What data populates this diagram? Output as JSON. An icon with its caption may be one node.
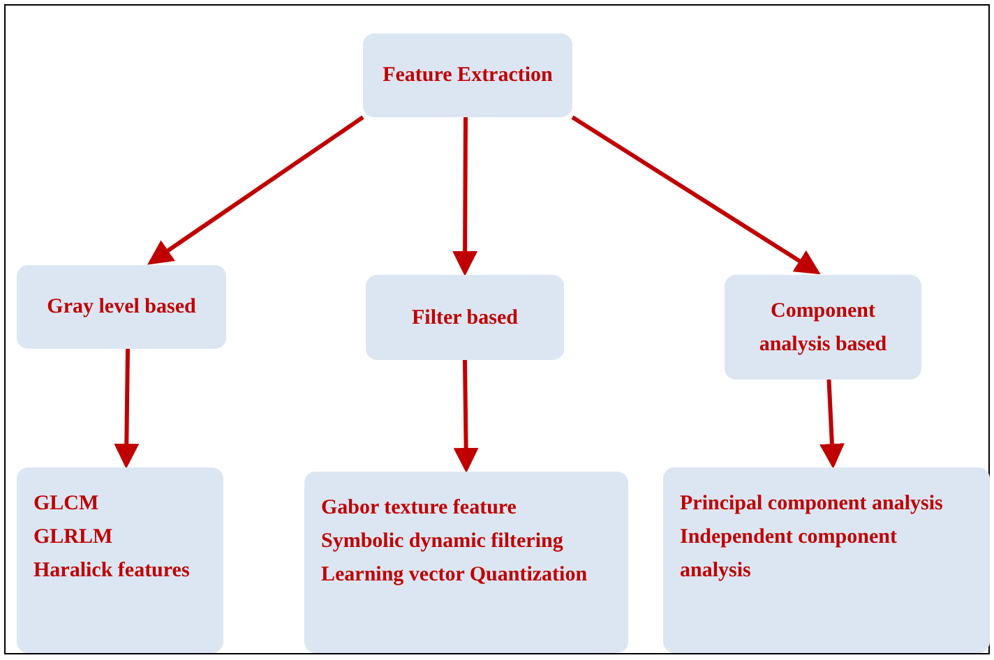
{
  "diagram": {
    "nodes": [
      {
        "text": [
          "Feature Extraction"
        ]
      },
      {
        "text": [
          "Gray level based"
        ]
      },
      {
        "text": [
          "Filter based"
        ]
      },
      {
        "text": [
          "Component analysis based"
        ]
      },
      {
        "text": [
          "GLCM",
          "GLRLM",
          "Haralick features"
        ]
      },
      {
        "text": [
          "Gabor texture feature",
          "Symbolic dynamic filtering",
          "Learning vector Quantization"
        ]
      },
      {
        "text": [
          "Principal component analysis",
          "Independent component analysis"
        ]
      }
    ],
    "edges": [
      {
        "from": 0,
        "to": 1,
        "arrow": "to"
      },
      {
        "from": 0,
        "to": 2,
        "arrow": "to"
      },
      {
        "from": 0,
        "to": 3,
        "arrow": "to"
      },
      {
        "from": 1,
        "to": 4,
        "arrow": "to"
      },
      {
        "from": 2,
        "to": 5,
        "arrow": "to"
      },
      {
        "from": 3,
        "to": 6,
        "arrow": "to"
      }
    ]
  }
}
